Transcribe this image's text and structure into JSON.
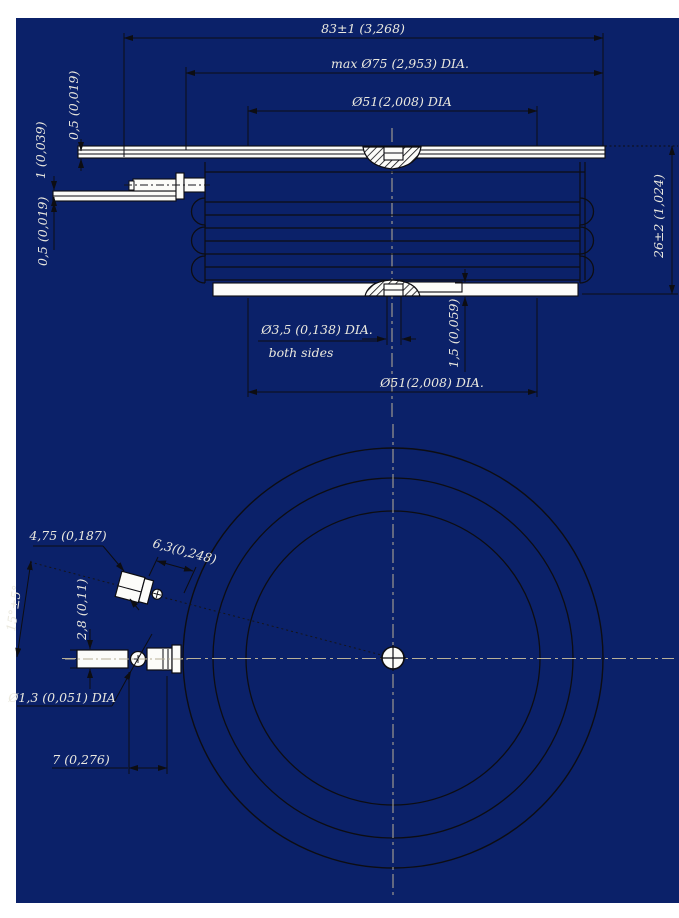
{
  "drawing": {
    "type": "engineering-drawing",
    "theme": {
      "page_background": "#0b2169",
      "margin_color": "#ffffff",
      "line_color": "#0d0d12",
      "metal_fill": "#fcfcf9",
      "centerline_color": "#b9b097",
      "text_color": "#ebe9df"
    },
    "labels": {
      "len_total": "83±1 (3,268)",
      "dia_max": "max Ø75 (2,953) DIA.",
      "dia_contact_top": "Ø51(2,008) DIA",
      "th_flange": "0,5 (0,019)",
      "th_lead": "1 (0,039)",
      "th_foil": "0,5 (0,019)",
      "height_body": "26±2 (1,024)",
      "dia_hole": "Ø3,5 (0,138) DIA.",
      "hole_note": "both sides",
      "step_height": "1,5 (0,059)",
      "dia_contact_bottom": "Ø51(2,008) DIA.",
      "lead_width": "4,75 (0,187)",
      "lead_len": "6,3(0,248)",
      "lead_angle": "15°±5°",
      "lead_dia": "2,8 (0,11)",
      "wire_dia": "Ø1,3 (0,051) DIA",
      "collar_len": "7 (0,276)"
    }
  }
}
